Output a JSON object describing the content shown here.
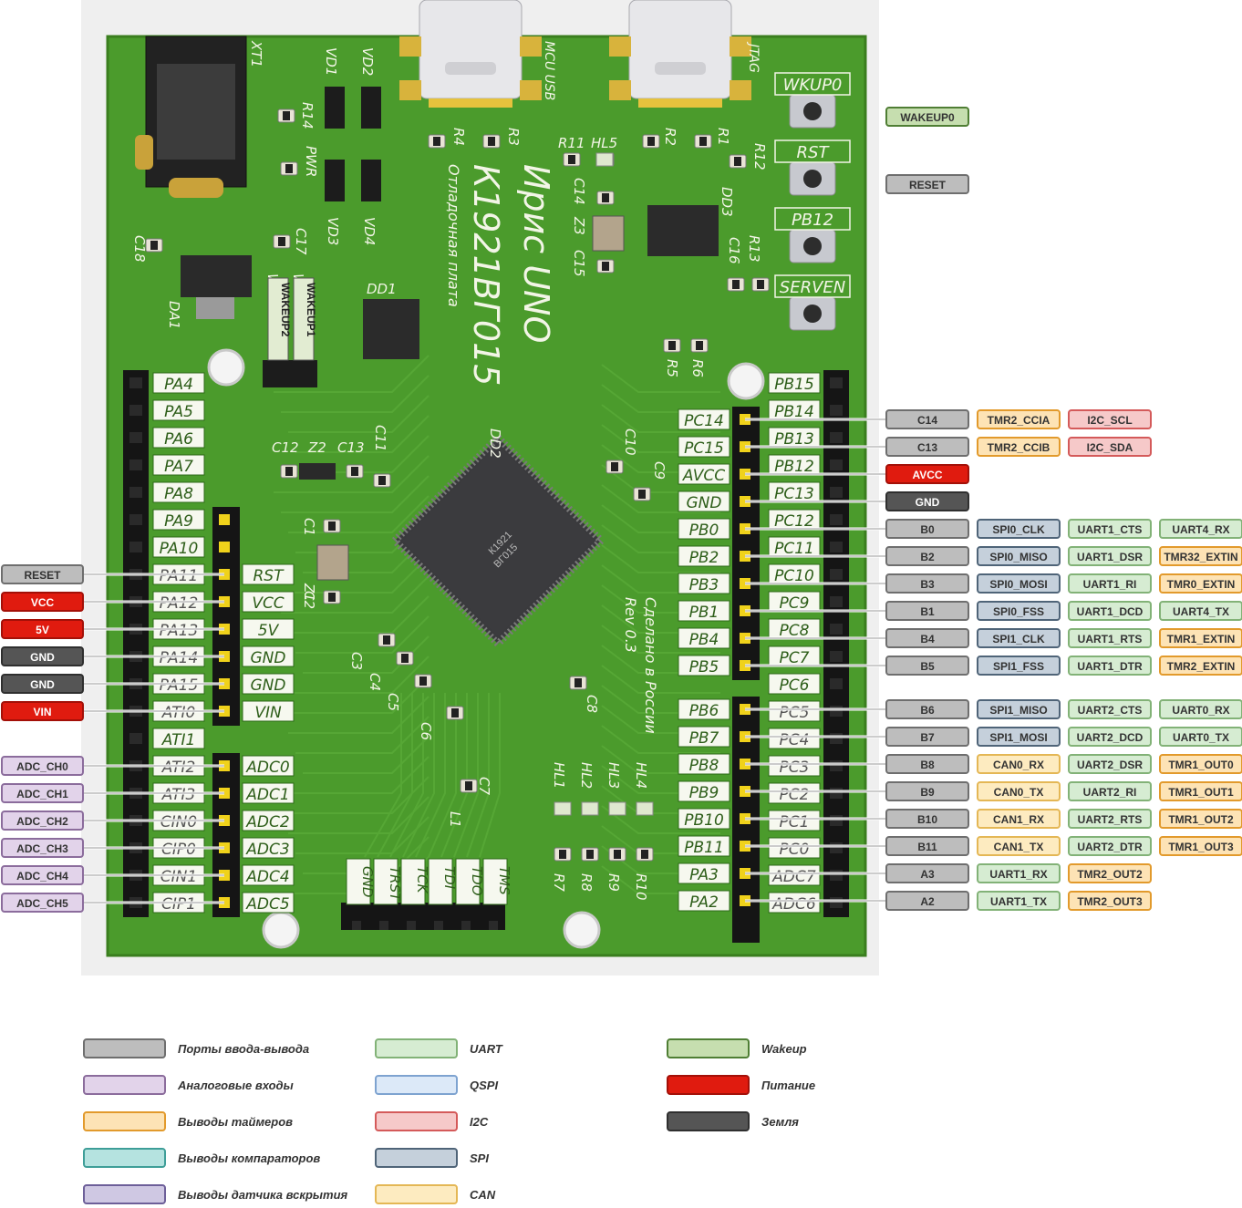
{
  "board": {
    "title": "Ирис UNO",
    "chip": "К1921ВГ015",
    "subtitle": "Отладочная плата",
    "made_in": "Сделано в России",
    "revision": "Rev 0.3",
    "mcu_marking_1": "К1921",
    "mcu_marking_2": "ВГ015",
    "usb1_label": "MCU USB",
    "usb2_label": "JTAG",
    "buttons": [
      "WKUP0",
      "RST",
      "PB12",
      "SERVEN"
    ],
    "designators": [
      "XT1",
      "VD1",
      "VD2",
      "R14",
      "R4",
      "R3",
      "R11",
      "HL5",
      "R2",
      "R1",
      "R12",
      "PWR",
      "C14",
      "Z3",
      "C15",
      "DD3",
      "C16",
      "R13",
      "C18",
      "C17",
      "VD3",
      "VD4",
      "DA1",
      "WAKEUP2",
      "WAKEUP1",
      "DD1",
      "R5",
      "R6",
      "DD2",
      "C12",
      "Z2",
      "C13",
      "C11",
      "C10",
      "C9",
      "C1",
      "Z1",
      "C2",
      "C3",
      "C4",
      "C5",
      "C6",
      "C8",
      "C7",
      "L1",
      "HL1",
      "HL2",
      "HL3",
      "HL4",
      "R7",
      "R8",
      "R9",
      "R10"
    ],
    "left_outer_pins": [
      "PA4",
      "PA5",
      "PA6",
      "PA7",
      "PA8",
      "PA9",
      "PA10",
      "PA11",
      "PA12",
      "PA13",
      "PA14",
      "PA15",
      "ATI0",
      "ATI1",
      "ATI2",
      "ATI3",
      "CIN0",
      "CIP0",
      "CIN1",
      "CIP1"
    ],
    "left_inner_pins": [
      "RST",
      "VCC",
      "5V",
      "GND",
      "GND",
      "VIN",
      "ADC0",
      "ADC1",
      "ADC2",
      "ADC3",
      "ADC4",
      "ADC5"
    ],
    "jtag_pins": [
      "GND",
      "TRST",
      "TCK",
      "TDI",
      "TDO",
      "TMS"
    ],
    "right_inner_pins": [
      "PC14",
      "PC15",
      "AVCC",
      "GND",
      "PB0",
      "PB2",
      "PB3",
      "PB1",
      "PB4",
      "PB5",
      "PB6",
      "PB7",
      "PB8",
      "PB9",
      "PB10",
      "PB11",
      "PA3",
      "PA2"
    ],
    "right_outer_pins": [
      "PB15",
      "PB14",
      "PB13",
      "PB12",
      "PC13",
      "PC12",
      "PC11",
      "PC10",
      "PC9",
      "PC8",
      "PC7",
      "PC6",
      "PC5",
      "PC4",
      "PC3",
      "PC2",
      "PC1",
      "PC0",
      "ADC7",
      "ADC6"
    ]
  },
  "left_tags": [
    {
      "label": "RESET",
      "type": "io"
    },
    {
      "label": "VCC",
      "type": "power"
    },
    {
      "label": "5V",
      "type": "power"
    },
    {
      "label": "GND",
      "type": "ground"
    },
    {
      "label": "GND",
      "type": "ground"
    },
    {
      "label": "VIN",
      "type": "power"
    },
    {
      "label": "ADC_CH0",
      "type": "analog"
    },
    {
      "label": "ADC_CH1",
      "type": "analog"
    },
    {
      "label": "ADC_CH2",
      "type": "analog"
    },
    {
      "label": "ADC_CH3",
      "type": "analog"
    },
    {
      "label": "ADC_CH4",
      "type": "analog"
    },
    {
      "label": "ADC_CH5",
      "type": "analog"
    }
  ],
  "button_tags": [
    {
      "label": "WAKEUP0",
      "type": "wakeup"
    },
    {
      "label": "RESET",
      "type": "io"
    }
  ],
  "right_rows": [
    [
      {
        "label": "C14",
        "type": "io"
      },
      {
        "label": "TMR2_CCIA",
        "type": "timer"
      },
      {
        "label": "I2C_SCL",
        "type": "i2c"
      }
    ],
    [
      {
        "label": "C13",
        "type": "io"
      },
      {
        "label": "TMR2_CCIB",
        "type": "timer"
      },
      {
        "label": "I2C_SDA",
        "type": "i2c"
      }
    ],
    [
      {
        "label": "AVCC",
        "type": "power"
      }
    ],
    [
      {
        "label": "GND",
        "type": "ground"
      }
    ],
    [
      {
        "label": "B0",
        "type": "io"
      },
      {
        "label": "SPI0_CLK",
        "type": "spi"
      },
      {
        "label": "UART1_CTS",
        "type": "uart"
      },
      {
        "label": "UART4_RX",
        "type": "uart"
      }
    ],
    [
      {
        "label": "B2",
        "type": "io"
      },
      {
        "label": "SPI0_MISO",
        "type": "spi"
      },
      {
        "label": "UART1_DSR",
        "type": "uart"
      },
      {
        "label": "TMR32_EXTIN",
        "type": "timer"
      }
    ],
    [
      {
        "label": "B3",
        "type": "io"
      },
      {
        "label": "SPI0_MOSI",
        "type": "spi"
      },
      {
        "label": "UART1_RI",
        "type": "uart"
      },
      {
        "label": "TMR0_EXTIN",
        "type": "timer"
      }
    ],
    [
      {
        "label": "B1",
        "type": "io"
      },
      {
        "label": "SPI0_FSS",
        "type": "spi"
      },
      {
        "label": "UART1_DCD",
        "type": "uart"
      },
      {
        "label": "UART4_TX",
        "type": "uart"
      }
    ],
    [
      {
        "label": "B4",
        "type": "io"
      },
      {
        "label": "SPI1_CLK",
        "type": "spi"
      },
      {
        "label": "UART1_RTS",
        "type": "uart"
      },
      {
        "label": "TMR1_EXTIN",
        "type": "timer"
      }
    ],
    [
      {
        "label": "B5",
        "type": "io"
      },
      {
        "label": "SPI1_FSS",
        "type": "spi"
      },
      {
        "label": "UART1_DTR",
        "type": "uart"
      },
      {
        "label": "TMR2_EXTIN",
        "type": "timer"
      }
    ],
    [
      {
        "label": "B6",
        "type": "io"
      },
      {
        "label": "SPI1_MISO",
        "type": "spi"
      },
      {
        "label": "UART2_CTS",
        "type": "uart"
      },
      {
        "label": "UART0_RX",
        "type": "uart"
      }
    ],
    [
      {
        "label": "B7",
        "type": "io"
      },
      {
        "label": "SPI1_MOSI",
        "type": "spi"
      },
      {
        "label": "UART2_DCD",
        "type": "uart"
      },
      {
        "label": "UART0_TX",
        "type": "uart"
      }
    ],
    [
      {
        "label": "B8",
        "type": "io"
      },
      {
        "label": "CAN0_RX",
        "type": "can"
      },
      {
        "label": "UART2_DSR",
        "type": "uart"
      },
      {
        "label": "TMR1_OUT0",
        "type": "timer"
      }
    ],
    [
      {
        "label": "B9",
        "type": "io"
      },
      {
        "label": "CAN0_TX",
        "type": "can"
      },
      {
        "label": "UART2_RI",
        "type": "uart"
      },
      {
        "label": "TMR1_OUT1",
        "type": "timer"
      }
    ],
    [
      {
        "label": "B10",
        "type": "io"
      },
      {
        "label": "CAN1_RX",
        "type": "can"
      },
      {
        "label": "UART2_RTS",
        "type": "uart"
      },
      {
        "label": "TMR1_OUT2",
        "type": "timer"
      }
    ],
    [
      {
        "label": "B11",
        "type": "io"
      },
      {
        "label": "CAN1_TX",
        "type": "can"
      },
      {
        "label": "UART2_DTR",
        "type": "uart"
      },
      {
        "label": "TMR1_OUT3",
        "type": "timer"
      }
    ],
    [
      {
        "label": "A3",
        "type": "io"
      },
      {
        "label": "UART1_RX",
        "type": "uart"
      },
      {
        "label": "TMR2_OUT2",
        "type": "timer"
      }
    ],
    [
      {
        "label": "A2",
        "type": "io"
      },
      {
        "label": "UART1_TX",
        "type": "uart"
      },
      {
        "label": "TMR2_OUT3",
        "type": "timer"
      }
    ]
  ],
  "legend": [
    {
      "label": "Порты ввода-вывода",
      "type": "io"
    },
    {
      "label": "Аналоговые входы",
      "type": "analog"
    },
    {
      "label": "Выводы таймеров",
      "type": "timer"
    },
    {
      "label": "Выводы компараторов",
      "type": "comparator"
    },
    {
      "label": "Выводы датчика вскрытия",
      "type": "tamper"
    },
    {
      "label": "UART",
      "type": "uart"
    },
    {
      "label": "QSPI",
      "type": "qspi"
    },
    {
      "label": "I2C",
      "type": "i2c"
    },
    {
      "label": "SPI",
      "type": "spi"
    },
    {
      "label": "CAN",
      "type": "can"
    },
    {
      "label": "Wakeup",
      "type": "wakeup"
    },
    {
      "label": "Питание",
      "type": "power"
    },
    {
      "label": "Земля",
      "type": "ground"
    }
  ],
  "colors": {
    "pcb": "#4b9b2c",
    "pcb_edge": "#3a7e1e",
    "io": {
      "fill": "#bdbdbd",
      "stroke": "#6e6e6e",
      "text": "#333333"
    },
    "analog": {
      "fill": "#e2d3ea",
      "stroke": "#8b6c9c",
      "text": "#333333"
    },
    "timer": {
      "fill": "#fde3b5",
      "stroke": "#e29a2c",
      "text": "#333333"
    },
    "comparator": {
      "fill": "#b5e3e0",
      "stroke": "#3e9e98",
      "text": "#333333"
    },
    "tamper": {
      "fill": "#cfc8e3",
      "stroke": "#6d5f99",
      "text": "#333333"
    },
    "uart": {
      "fill": "#d6ecd2",
      "stroke": "#82b277",
      "text": "#333333"
    },
    "qspi": {
      "fill": "#dce9f8",
      "stroke": "#7ea3d0",
      "text": "#333333"
    },
    "i2c": {
      "fill": "#f6c9c9",
      "stroke": "#d45a5a",
      "text": "#333333"
    },
    "spi": {
      "fill": "#c5d0db",
      "stroke": "#4f6478",
      "text": "#333333"
    },
    "can": {
      "fill": "#fdebc0",
      "stroke": "#e4b755",
      "text": "#333333"
    },
    "wakeup": {
      "fill": "#c6deaf",
      "stroke": "#4f7e34",
      "text": "#333333"
    },
    "power": {
      "fill": "#e01b0f",
      "stroke": "#a31008",
      "text": "#ffffff"
    },
    "ground": {
      "fill": "#555555",
      "stroke": "#2f2f2f",
      "text": "#ffffff"
    }
  }
}
